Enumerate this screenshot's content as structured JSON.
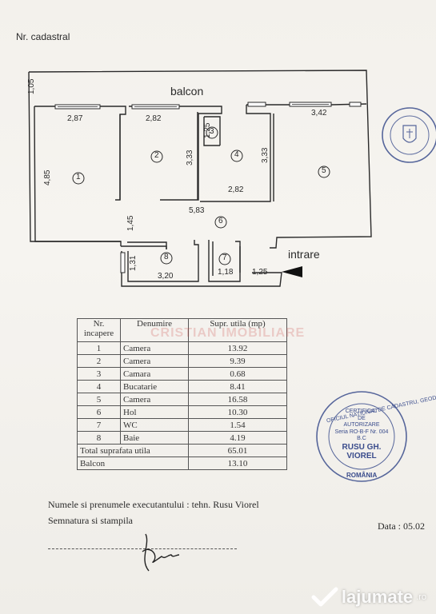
{
  "header": {
    "cadastral_label": "Nr. cadastral"
  },
  "plan": {
    "balcony_label": "balcon",
    "entrance_label": "intrare",
    "dims": [
      "1,05",
      "2,87",
      "2,82",
      "3,42",
      "4,85",
      "1,25",
      "3,33",
      "3,33",
      "2,82",
      "5,83",
      "1,45",
      "1,31",
      "3,20",
      "1,18",
      "1,25"
    ],
    "room_numbers": [
      "1",
      "2",
      "3",
      "4",
      "5",
      "6",
      "7",
      "8"
    ]
  },
  "table": {
    "headers": [
      "Nr. incapere",
      "Denumire",
      "Supr. utila (mp)"
    ],
    "rows": [
      {
        "nr": "1",
        "name": "Camera",
        "area": "13.92"
      },
      {
        "nr": "2",
        "name": "Camera",
        "area": "9.39"
      },
      {
        "nr": "3",
        "name": "Camara",
        "area": "0.68"
      },
      {
        "nr": "4",
        "name": "Bucatarie",
        "area": "8.41"
      },
      {
        "nr": "5",
        "name": "Camera",
        "area": "16.58"
      },
      {
        "nr": "6",
        "name": "Hol",
        "area": "10.30"
      },
      {
        "nr": "7",
        "name": "WC",
        "area": "1.54"
      },
      {
        "nr": "8",
        "name": "Baie",
        "area": "4.19"
      }
    ],
    "total_label": "Total suprafata utila",
    "total_value": "65.01",
    "balcony_label": "Balcon",
    "balcony_value": "13.10"
  },
  "watermark": {
    "text": "CRISTIAN IMOBILIARE"
  },
  "stamp": {
    "ring_text": "OFICIUL NATIONAL DE CADASTRU, GEODEZIE SI CARTOGRAFIE",
    "country": "ROMÂNIA",
    "lines": [
      "CERTIFICAT",
      "DE",
      "AUTORIZARE",
      "Seria RO-B-F Nr. 004",
      "B.C",
      "RUSU GH.",
      "VIOREL"
    ]
  },
  "footer": {
    "executor": "Numele si prenumele executantului : tehn. Rusu Viorel",
    "signature_label": "Semnatura si stampila",
    "date": "Data : 05.02"
  },
  "brand": {
    "name": "lajumate",
    "tld": ".ro"
  },
  "colors": {
    "ink": "#2a2a2a",
    "stamp_blue": "#3a4c8c",
    "entrance_arrow": "#111111"
  }
}
